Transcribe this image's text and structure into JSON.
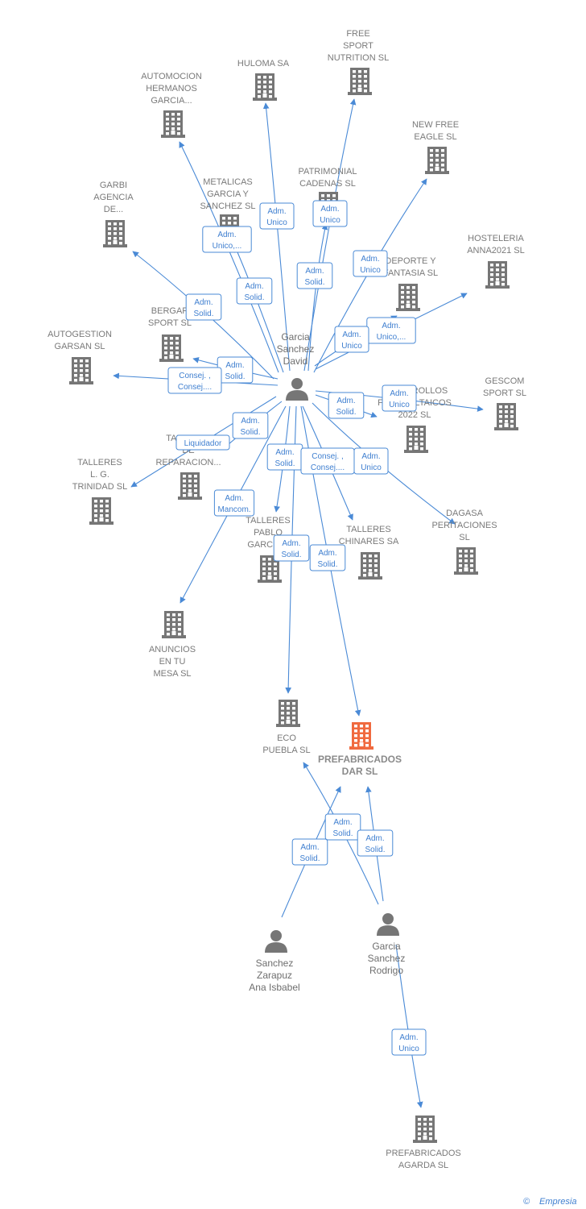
{
  "colors": {
    "edge": "#4a8ad6",
    "label_border": "#4a8ad6",
    "label_text": "#3f7fd0",
    "node": "#767676",
    "focus_node": "#f06a3f"
  },
  "nodes": [
    {
      "id": "david",
      "type": "person",
      "label": [
        "Garcia",
        "Sanchez",
        "David"
      ]
    },
    {
      "id": "rodrigo",
      "type": "person",
      "label": [
        "Garcia",
        "Sanchez",
        "Rodrigo"
      ]
    },
    {
      "id": "ana",
      "type": "person",
      "label": [
        "Sanchez",
        "Zarapuz",
        "Ana Isbabel"
      ]
    },
    {
      "id": "free_sport",
      "type": "company",
      "label": [
        "FREE",
        "SPORT",
        "NUTRITION SL"
      ]
    },
    {
      "id": "huloma",
      "type": "company",
      "label": [
        "HULOMA SA"
      ]
    },
    {
      "id": "automocion",
      "type": "company",
      "label": [
        "AUTOMOCION",
        "HERMANOS",
        "GARCIA..."
      ]
    },
    {
      "id": "new_free",
      "type": "company",
      "label": [
        "NEW FREE",
        "EAGLE  SL"
      ]
    },
    {
      "id": "garbi",
      "type": "company",
      "label": [
        "GARBI",
        "AGENCIA",
        "DE..."
      ]
    },
    {
      "id": "metalicas",
      "type": "company",
      "label": [
        "METALICAS",
        "GARCIA Y",
        "SANCHEZ  SL"
      ]
    },
    {
      "id": "patrimonial",
      "type": "company",
      "label": [
        "PATRIMONIAL",
        "CADENAS  SL"
      ]
    },
    {
      "id": "hosteleria",
      "type": "company",
      "label": [
        "HOSTELERIA",
        "ANNA2021  SL"
      ]
    },
    {
      "id": "deporte",
      "type": "company",
      "label": [
        "DEPORTE Y",
        "FANTASIA SL"
      ]
    },
    {
      "id": "bergar",
      "type": "company",
      "label": [
        "BERGAR",
        "SPORT  SL"
      ]
    },
    {
      "id": "autogestion",
      "type": "company",
      "label": [
        "AUTOGESTION",
        "GARSAN  SL"
      ]
    },
    {
      "id": "gescom",
      "type": "company",
      "label": [
        "GESCOM",
        "SPORT SL"
      ]
    },
    {
      "id": "desarrollos",
      "type": "company",
      "label": [
        "DESARROLLOS",
        "FOTOVOLTAICOS",
        "2022  SL"
      ]
    },
    {
      "id": "talleres_rep",
      "type": "company",
      "label": [
        "TALLERES",
        "DE",
        "REPARACION..."
      ]
    },
    {
      "id": "talleres_lg",
      "type": "company",
      "label": [
        "TALLERES",
        "L. G.",
        "TRINIDAD  SL"
      ]
    },
    {
      "id": "dagasa",
      "type": "company",
      "label": [
        "DAGASA",
        "PERITACIONES",
        "SL"
      ]
    },
    {
      "id": "talleres_pablo",
      "type": "company",
      "label": [
        "TALLERES",
        "PABLO",
        "GARCIA..."
      ]
    },
    {
      "id": "chinares",
      "type": "company",
      "label": [
        "TALLERES",
        "CHINARES SA"
      ]
    },
    {
      "id": "anuncios",
      "type": "company",
      "label": [
        "ANUNCIOS",
        "EN TU",
        "MESA SL"
      ]
    },
    {
      "id": "eco_puebla",
      "type": "company",
      "label": [
        "ECO",
        "PUEBLA SL"
      ]
    },
    {
      "id": "prefabricados_dar",
      "type": "company",
      "focus": true,
      "label": [
        "PREFABRICADOS",
        "DAR  SL"
      ]
    },
    {
      "id": "agarda",
      "type": "company",
      "label": [
        "PREFABRICADOS",
        "AGARDA  SL"
      ]
    }
  ],
  "edges": [
    {
      "from": "david",
      "to": "huloma",
      "label": [
        "Adm.",
        "Unico"
      ]
    },
    {
      "from": "david",
      "to": "free_sport",
      "label": [
        "Adm.",
        "Unico"
      ]
    },
    {
      "from": "david",
      "to": "patrimonial",
      "label": [
        "Adm.",
        "Solid."
      ]
    },
    {
      "from": "david",
      "to": "metalicas",
      "label": [
        "Adm.",
        "Solid."
      ]
    },
    {
      "from": "david",
      "to": "automocion",
      "label": [
        "Adm.",
        "Unico,..."
      ]
    },
    {
      "from": "david",
      "to": "garbi",
      "label": [
        "Adm.",
        "Solid."
      ]
    },
    {
      "from": "david",
      "to": "new_free",
      "label": [
        "Adm.",
        "Unico"
      ]
    },
    {
      "from": "david",
      "to": "hosteleria",
      "label": [
        "Adm.",
        "Unico,..."
      ]
    },
    {
      "from": "david",
      "to": "deporte",
      "label": [
        "Adm.",
        "Unico"
      ]
    },
    {
      "from": "david",
      "to": "bergar",
      "label": [
        "Adm.",
        "Solid."
      ]
    },
    {
      "from": "david",
      "to": "autogestion",
      "label": [
        "Consej. ,",
        "Consej...."
      ]
    },
    {
      "from": "david",
      "to": "gescom",
      "label": [
        "Adm.",
        "Unico"
      ]
    },
    {
      "from": "david",
      "to": "desarrollos",
      "label": [
        "Adm.",
        "Solid."
      ]
    },
    {
      "from": "david",
      "to": "talleres_rep",
      "label": [
        "Adm.",
        "Solid."
      ]
    },
    {
      "from": "david",
      "to": "talleres_lg",
      "label": [
        "Liquidador"
      ]
    },
    {
      "from": "david",
      "to": "talleres_pablo",
      "label": [
        "Adm.",
        "Solid."
      ]
    },
    {
      "from": "david",
      "to": "chinares",
      "label": [
        "Consej. ,",
        "Consej...."
      ]
    },
    {
      "from": "david",
      "to": "dagasa",
      "label": [
        "Adm.",
        "Unico"
      ]
    },
    {
      "from": "david",
      "to": "anuncios",
      "label": [
        "Adm.",
        "Mancom."
      ]
    },
    {
      "from": "david",
      "to": "eco_puebla",
      "label": [
        "Adm.",
        "Solid."
      ]
    },
    {
      "from": "david",
      "to": "prefabricados_dar",
      "label": [
        "Adm.",
        "Solid."
      ]
    },
    {
      "from": "rodrigo",
      "to": "eco_puebla",
      "label": [
        "Adm.",
        "Solid."
      ]
    },
    {
      "from": "rodrigo",
      "to": "prefabricados_dar",
      "label": [
        "Adm.",
        "Solid."
      ]
    },
    {
      "from": "ana",
      "to": "prefabricados_dar",
      "label": [
        "Adm.",
        "Solid."
      ]
    },
    {
      "from": "rodrigo",
      "to": "agarda",
      "label": [
        "Adm.",
        "Unico"
      ]
    }
  ],
  "footer": {
    "copyright": "©",
    "brand": "Empresia"
  }
}
